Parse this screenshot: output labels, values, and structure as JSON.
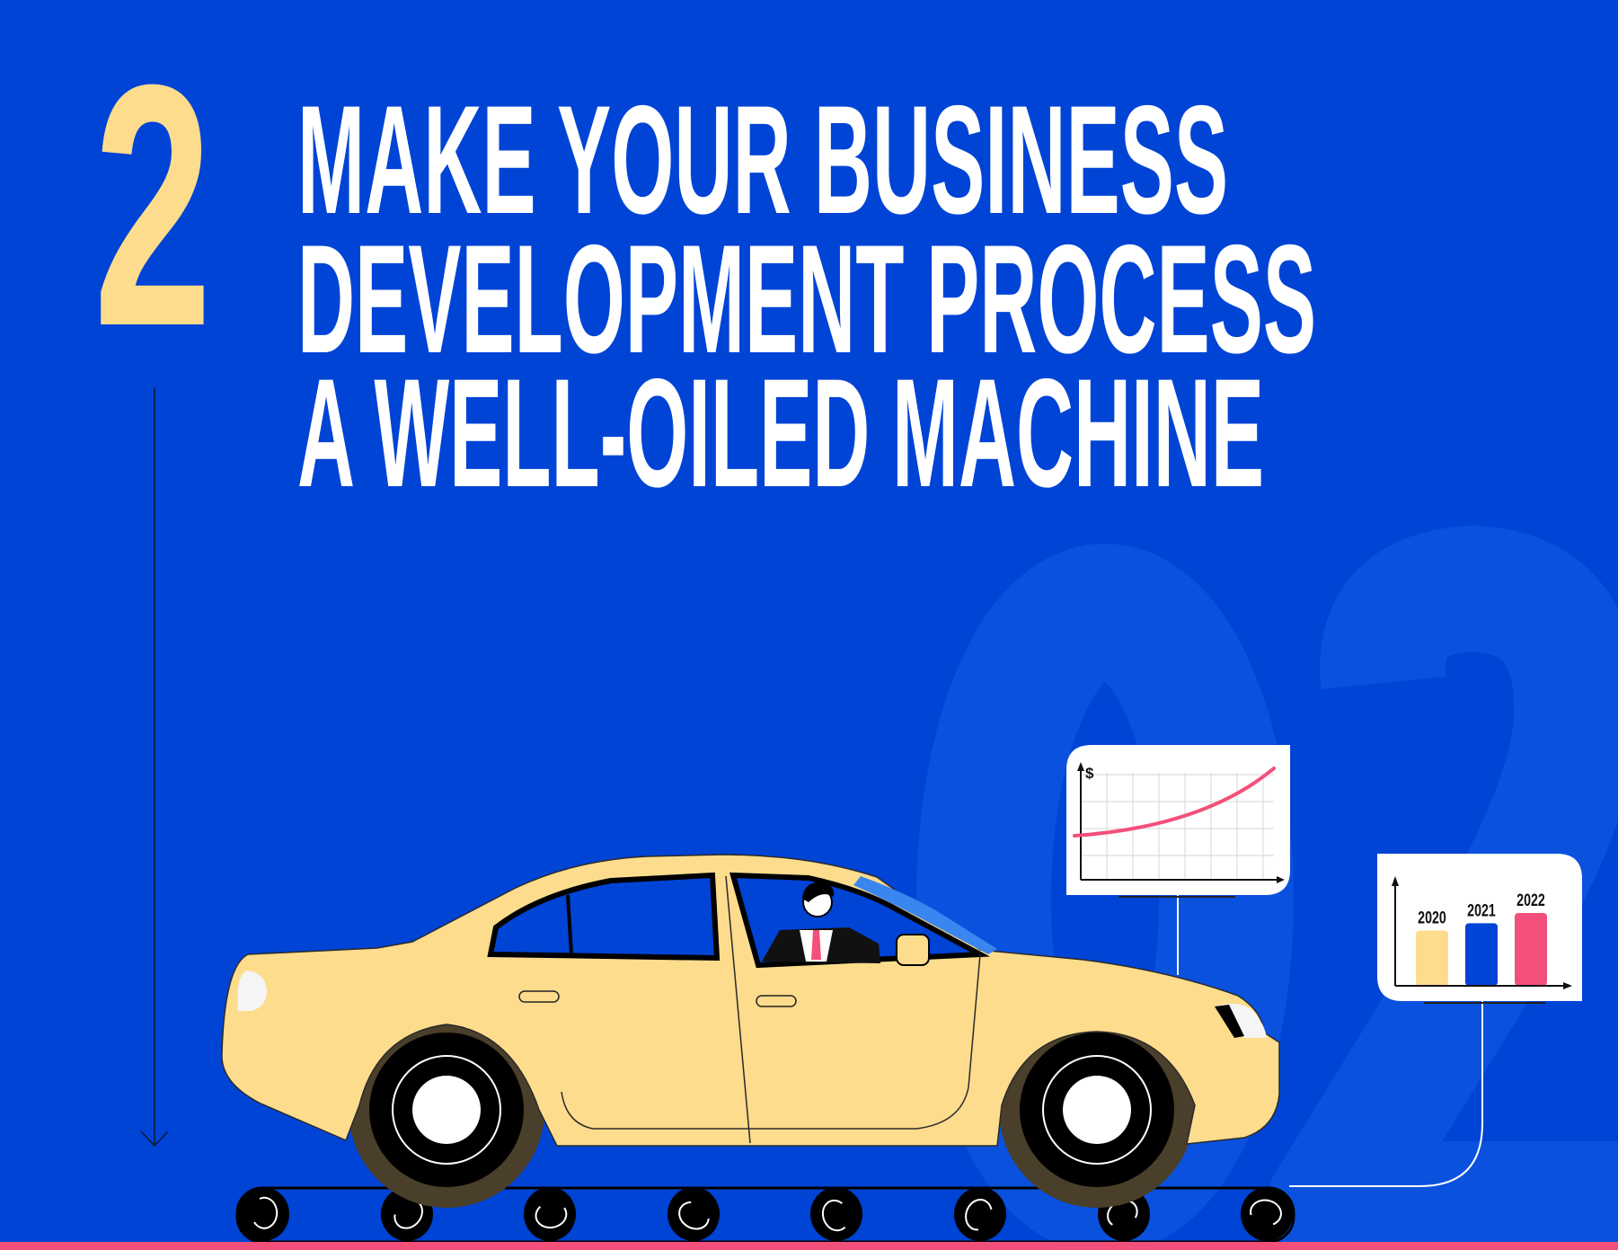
{
  "heading": {
    "number": "2",
    "lines": [
      "MAKE YOUR BUSINESS",
      "DEVELOPMENT PROCESS",
      "A WELL-OILED MACHINE"
    ]
  },
  "watermark": "02",
  "line_chart": {
    "y_label": "$",
    "trend": "rising"
  },
  "bar_chart": {
    "bars": [
      {
        "label": "2020",
        "value": 76,
        "color": "#fddc8d"
      },
      {
        "label": "2021",
        "value": 86,
        "color": "#0044d6"
      },
      {
        "label": "2022",
        "value": 100,
        "color": "#f2507a"
      }
    ]
  },
  "colors": {
    "background": "#0044d6",
    "accent_yellow": "#fddc8d",
    "accent_pink": "#f2507a",
    "white": "#ffffff"
  }
}
